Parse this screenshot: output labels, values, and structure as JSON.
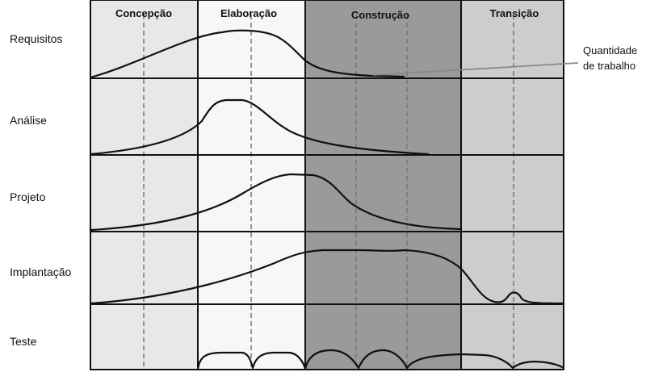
{
  "phases": [
    {
      "label": "Concepção",
      "fill": "#e8e8e8"
    },
    {
      "label": "Elaboração",
      "fill": "#f7f7f7"
    },
    {
      "label": "Construção",
      "fill": "#9a9a9a"
    },
    {
      "label": "Transição",
      "fill": "#cdcdcd"
    }
  ],
  "disciplines": [
    {
      "label": "Requisitos"
    },
    {
      "label": "Análise"
    },
    {
      "label": "Projeto"
    },
    {
      "label": "Implantação"
    },
    {
      "label": "Teste"
    }
  ],
  "callout": {
    "line1": "Quantidade",
    "line2": "de trabalho"
  },
  "colors": {
    "grid": "#111111",
    "curve": "#111111",
    "dashes": "#777777",
    "pointer": "#888888"
  }
}
